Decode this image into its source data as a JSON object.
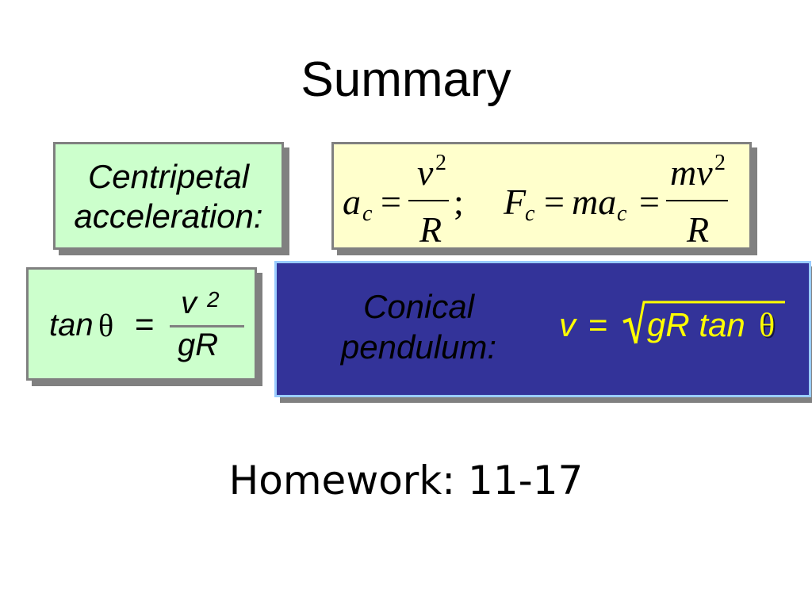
{
  "slide": {
    "title": "Summary",
    "homework": "Homework: 11-17"
  },
  "centripetal": {
    "label_line1": "Centripetal",
    "label_line2": "acceleration:",
    "acceleration_formula": {
      "lhs": "a",
      "lhs_sub": "c",
      "equals": "=",
      "numerator": "v",
      "numerator_exp": "2",
      "denominator": "R",
      "separator": ";"
    },
    "force_formula": {
      "lhs": "F",
      "lhs_sub": "c",
      "equals_1": "=",
      "middle": "ma",
      "middle_sub": "c",
      "equals_2": "=",
      "numerator": "mv",
      "numerator_exp": "2",
      "denominator": "R"
    }
  },
  "tan_formula": {
    "function": "tan",
    "angle": "θ",
    "equals": "=",
    "numerator": "v",
    "numerator_exp": "2",
    "denominator": "gR"
  },
  "conical_pendulum": {
    "label_line1": "Conical",
    "label_line2": "pendulum:",
    "formula": {
      "lhs": "v",
      "equals": "=",
      "radicand": "gR tan",
      "angle": "θ"
    }
  },
  "icons": {
    "radical": "square-root-icon"
  },
  "colors": {
    "green_fill": "#ccffcc",
    "yellow_fill": "#ffffcc",
    "blue_fill": "#333399",
    "blue_border": "#99ccff",
    "box_border": "#808080",
    "box_shadow": "#808080",
    "fraction_bar_gray": "#808080",
    "highlight_text": "#ffff00"
  }
}
